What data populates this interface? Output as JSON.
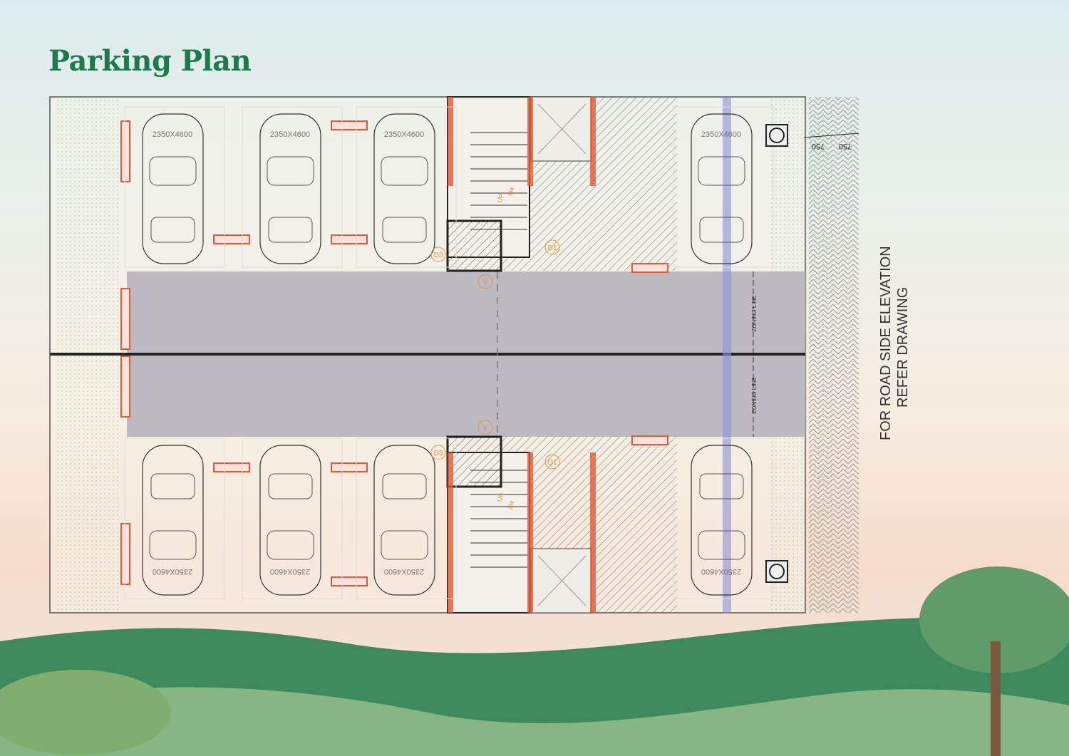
{
  "title": "Parking Plan",
  "side_note": {
    "line1": "FOR ROAD SIDE ELEVATION",
    "line2": "REFER DRAWING"
  },
  "parking_bay_label": "2350X4600",
  "labels": {
    "zoning_line": "ZONING LINE",
    "door_d3": "D3",
    "door_d1": "D1",
    "door_d4": "D4",
    "up": "UP",
    "valve": "V",
    "dimension_750": "750"
  },
  "colors": {
    "title": "#1e7a4c",
    "aisle": "#bdb9c0",
    "wall_red": "#e05a3a",
    "annotation_orange": "#e8923a",
    "zoning_blue": "#8f8fd6",
    "hill_green": "#3f8a5c"
  }
}
